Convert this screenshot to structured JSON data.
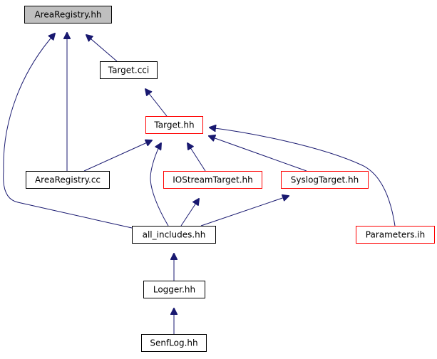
{
  "colors": {
    "edge": "#191970",
    "root_fill": "#bfbfbf",
    "root_border": "#000000",
    "normal_border": "#000000",
    "highlight_border": "#ff0000",
    "node_fill": "#ffffff"
  },
  "nodes": [
    {
      "id": "AreaRegistry_hh",
      "label": "AreaRegistry.hh",
      "style": "root"
    },
    {
      "id": "Target_cci",
      "label": "Target.cci",
      "style": "normal"
    },
    {
      "id": "Target_hh",
      "label": "Target.hh",
      "style": "highlight"
    },
    {
      "id": "AreaRegistry_cc",
      "label": "AreaRegistry.cc",
      "style": "normal"
    },
    {
      "id": "IOStreamTarget_hh",
      "label": "IOStreamTarget.hh",
      "style": "highlight"
    },
    {
      "id": "SyslogTarget_hh",
      "label": "SyslogTarget.hh",
      "style": "highlight"
    },
    {
      "id": "all_includes_hh",
      "label": "all_includes.hh",
      "style": "normal"
    },
    {
      "id": "Parameters_ih",
      "label": "Parameters.ih",
      "style": "highlight"
    },
    {
      "id": "Logger_hh",
      "label": "Logger.hh",
      "style": "normal"
    },
    {
      "id": "SenfLog_hh",
      "label": "SenfLog.hh",
      "style": "normal"
    }
  ],
  "edges": [
    {
      "from": "Target_cci",
      "to": "AreaRegistry_hh"
    },
    {
      "from": "AreaRegistry_cc",
      "to": "AreaRegistry_hh"
    },
    {
      "from": "all_includes_hh",
      "to": "AreaRegistry_hh"
    },
    {
      "from": "Target_hh",
      "to": "Target_cci"
    },
    {
      "from": "AreaRegistry_cc",
      "to": "Target_hh"
    },
    {
      "from": "IOStreamTarget_hh",
      "to": "Target_hh"
    },
    {
      "from": "all_includes_hh",
      "to": "Target_hh"
    },
    {
      "from": "SyslogTarget_hh",
      "to": "Target_hh"
    },
    {
      "from": "Parameters_ih",
      "to": "Target_hh"
    },
    {
      "from": "all_includes_hh",
      "to": "IOStreamTarget_hh"
    },
    {
      "from": "all_includes_hh",
      "to": "SyslogTarget_hh"
    },
    {
      "from": "Logger_hh",
      "to": "all_includes_hh"
    },
    {
      "from": "SenfLog_hh",
      "to": "Logger_hh"
    }
  ]
}
